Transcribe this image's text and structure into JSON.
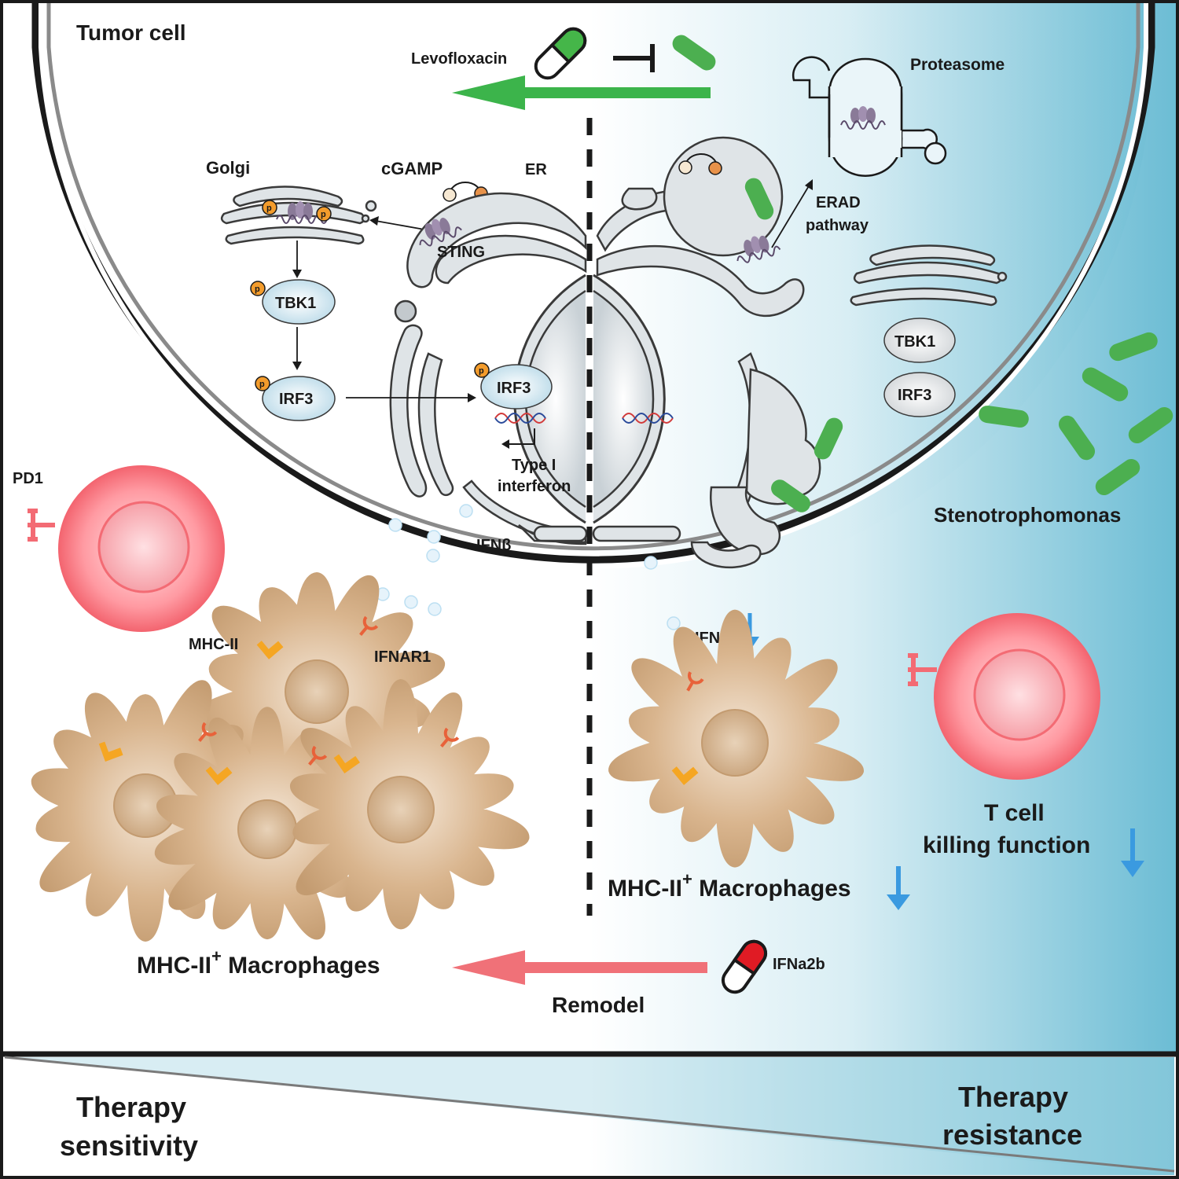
{
  "labels": {
    "tumor_cell": "Tumor cell",
    "levofloxacin": "Levofloxacin",
    "proteasome": "Proteasome",
    "golgi": "Golgi",
    "cgamp": "cGAMP",
    "er": "ER",
    "sting": "STING",
    "erad_line1": "ERAD",
    "erad_line2": "pathway",
    "tbk1": "TBK1",
    "irf3": "IRF3",
    "irf3_nucleus": "IRF3",
    "tbk1_right": "TBK1",
    "irf3_right": "IRF3",
    "phospho": "p",
    "type_i_line1": "Type I",
    "type_i_line2": "interferon",
    "ifnb_left": "IFNβ",
    "ifnb_right": "IFNβ",
    "pd1": "PD1",
    "mhc2": "MHC-II",
    "ifnar1": "IFNAR1",
    "stenotrophomonas": "Stenotrophomonas",
    "t_cell_line1": "T cell",
    "t_cell_line2": "killing function",
    "mhc_macro_right": "MHC-II",
    "mhc_macro_right_tail": " Macrophages",
    "mhc_macro_left": "MHC-II",
    "mhc_macro_left_tail": " Macrophages",
    "plus": "+",
    "ifna2b": "IFNa2b",
    "remodel": "Remodel",
    "therapy_sens_line1": "Therapy",
    "therapy_sens_line2": "sensitivity",
    "therapy_res_line1": "Therapy",
    "therapy_res_line2": "resistance"
  },
  "colors": {
    "outline": "#1a1a1a",
    "organelle_fill": "#dfe4e7",
    "organelle_stroke": "#3a3a3a",
    "bacteria": "#4caf50",
    "bacteria_dark": "#2e7d32",
    "green_arrow": "#3cb44b",
    "red_arrow": "#f07178",
    "blue_arrow": "#3a9ae0",
    "tcell_outer": "#f36b74",
    "tcell_inner": "#ffd6d9",
    "macrophage": "#c8a47c",
    "mhc2_receptor": "#f5a623",
    "ifnar1_receptor": "#e8623a",
    "phospho": "#f39c2c",
    "sting_protein": "#7e6b8f",
    "protein_oval": "#d6e8f2",
    "resistance_blue": "#7fc4d9"
  }
}
